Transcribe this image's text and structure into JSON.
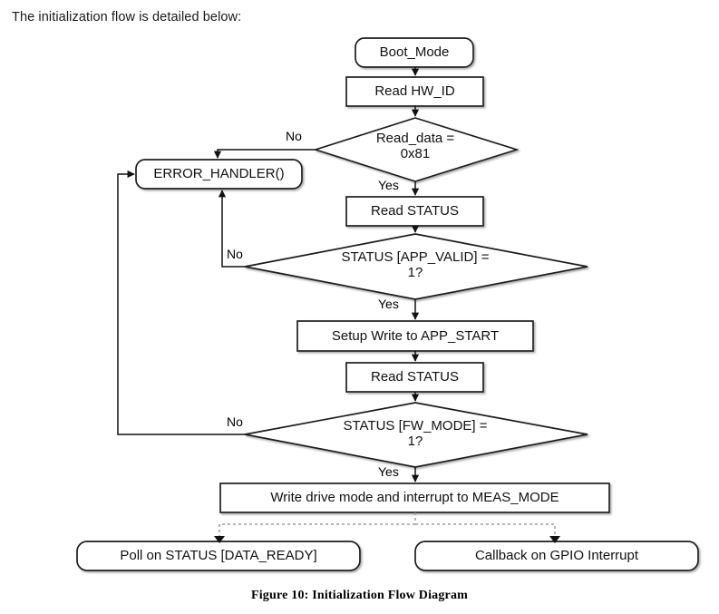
{
  "page": {
    "intro_text": "The initialization flow is detailed below:",
    "figure_caption": "Figure 10: Initialization Flow Diagram"
  },
  "colors": {
    "background": "#ffffff",
    "stroke": "#1a1a1a",
    "text": "#111111",
    "dashed_stroke": "#8c8c8c",
    "shadow": "#bfbfbf"
  },
  "diagram": {
    "type": "flowchart",
    "title": "Initialization Flow Diagram",
    "nodes": [
      {
        "id": "boot_mode",
        "shape": "rounded-rect",
        "label": "Boot_Mode"
      },
      {
        "id": "read_hw_id",
        "shape": "rect",
        "label": "Read HW_ID"
      },
      {
        "id": "check_hw_id",
        "shape": "diamond",
        "label": "Read_data =\n0x81"
      },
      {
        "id": "error_handler",
        "shape": "rounded-rect",
        "label": "ERROR_HANDLER()"
      },
      {
        "id": "read_status_1",
        "shape": "rect",
        "label": "Read STATUS"
      },
      {
        "id": "check_app_valid",
        "shape": "diamond",
        "label": "STATUS [APP_VALID] =\n1?"
      },
      {
        "id": "setup_write",
        "shape": "rect",
        "label": "Setup Write to APP_START"
      },
      {
        "id": "read_status_2",
        "shape": "rect",
        "label": "Read STATUS"
      },
      {
        "id": "check_fw_mode",
        "shape": "diamond",
        "label": "STATUS [FW_MODE] =\n1?"
      },
      {
        "id": "write_meas",
        "shape": "rect",
        "label": "Write drive mode and interrupt to MEAS_MODE"
      },
      {
        "id": "poll_status",
        "shape": "rounded-rect",
        "label": "Poll on STATUS [DATA_READY]"
      },
      {
        "id": "callback_gpio",
        "shape": "rounded-rect",
        "label": "Callback on GPIO Interrupt"
      }
    ],
    "edges": [
      {
        "from": "boot_mode",
        "to": "read_hw_id",
        "label": "",
        "style": "solid"
      },
      {
        "from": "read_hw_id",
        "to": "check_hw_id",
        "label": "",
        "style": "solid"
      },
      {
        "from": "check_hw_id",
        "to": "error_handler",
        "label": "No",
        "style": "solid"
      },
      {
        "from": "check_hw_id",
        "to": "read_status_1",
        "label": "Yes",
        "style": "solid"
      },
      {
        "from": "read_status_1",
        "to": "check_app_valid",
        "label": "",
        "style": "solid"
      },
      {
        "from": "check_app_valid",
        "to": "error_handler",
        "label": "No",
        "style": "solid"
      },
      {
        "from": "check_app_valid",
        "to": "setup_write",
        "label": "Yes",
        "style": "solid"
      },
      {
        "from": "setup_write",
        "to": "read_status_2",
        "label": "",
        "style": "solid"
      },
      {
        "from": "read_status_2",
        "to": "check_fw_mode",
        "label": "",
        "style": "solid"
      },
      {
        "from": "check_fw_mode",
        "to": "error_handler",
        "label": "No",
        "style": "solid"
      },
      {
        "from": "check_fw_mode",
        "to": "write_meas",
        "label": "Yes",
        "style": "solid"
      },
      {
        "from": "write_meas",
        "to": "poll_status",
        "label": "",
        "style": "dashed"
      },
      {
        "from": "write_meas",
        "to": "callback_gpio",
        "label": "",
        "style": "dashed"
      }
    ],
    "edge_labels": {
      "no_hw_id": "No",
      "yes_hw_id": "Yes",
      "no_app_valid": "No",
      "yes_app_valid": "Yes",
      "no_fw_mode": "No",
      "yes_fw_mode": "Yes"
    }
  }
}
